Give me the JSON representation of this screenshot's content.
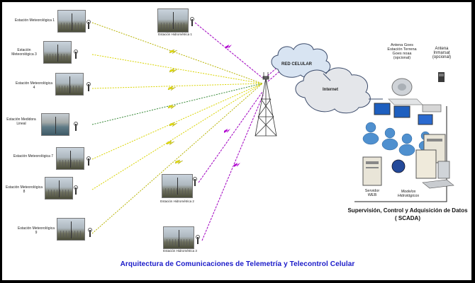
{
  "title": "Arquitectura    de  Comunicaciones de Telemetría y Telecontrol Celular",
  "network_labels": {
    "cellular": "RED CELULAR",
    "internet": "Internet"
  },
  "left_stations": [
    {
      "label": "Estación Meteorológica 1",
      "type": "met"
    },
    {
      "label": "Estación Meteorológica 3",
      "type": "met"
    },
    {
      "label": "Estación Meteorológica 4",
      "type": "met"
    },
    {
      "label": "Estación Medidora Lineal",
      "type": "water"
    },
    {
      "label": "Estación Meteorológica 7",
      "type": "met"
    },
    {
      "label": "Estación Meteorológica 8",
      "type": "met"
    },
    {
      "label": "Estación Meteorológica 9",
      "type": "met"
    }
  ],
  "center_stations": [
    {
      "label": "Estación Hidrométrica 1"
    },
    {
      "label": "Estación Hidrométrica 2"
    },
    {
      "label": "Estación Hidrométrica 3"
    }
  ],
  "right_labels": {
    "goes_antenna": "Antena Goes Estación Terrena Goes noaa (opcional)",
    "inmarsat_antenna": "Antena Inmarsat (opcional)",
    "web_server": "Servidor WEB",
    "hydro_models": "Modelos Hidrológicos"
  },
  "scada_caption": "Supervisión, Control y Adquisición de Datos ( SCADA)",
  "colors": {
    "title": "#1a1ac9",
    "line_yellow": "#d9d400",
    "line_purple": "#a000c0",
    "cloud_fill": "#d8e4f2",
    "cloud_stroke": "#3a4a6a",
    "person": "#4f90cf"
  },
  "icons": [
    "cell-tower-icon",
    "antenna-icon",
    "satellite-dish-icon",
    "server-icon",
    "monitor-icon",
    "user-icon",
    "lightning-link-icon"
  ]
}
